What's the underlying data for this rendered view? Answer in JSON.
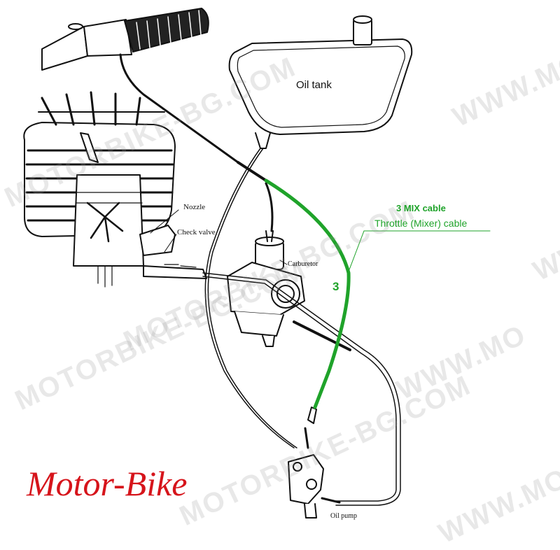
{
  "labels": {
    "oil_tank": "Oil tank",
    "nozzle": "Nozzle",
    "check_valve": "Check valve",
    "carburetor": "Carburetor",
    "oil_pump": "Oil pump",
    "mix_cable_title": "3 MIX cable",
    "mix_cable_subtitle": "Throttle (Mixer) cable",
    "cable_number": "3"
  },
  "brand": "Motor-Bike",
  "watermarks": [
    "MOTORBIKE-BG.COM",
    "MOTORBIKE-BG.COM",
    "MOTORBIKE-BG.COM",
    "MOTORBIKE-BG.COM",
    "WWW.MO",
    "WWW.MO",
    "WWW.MO",
    "WWW.MO"
  ],
  "colors": {
    "mix_cable": "#1fa32a",
    "brand": "#d6141b",
    "line_art": "#111111"
  }
}
